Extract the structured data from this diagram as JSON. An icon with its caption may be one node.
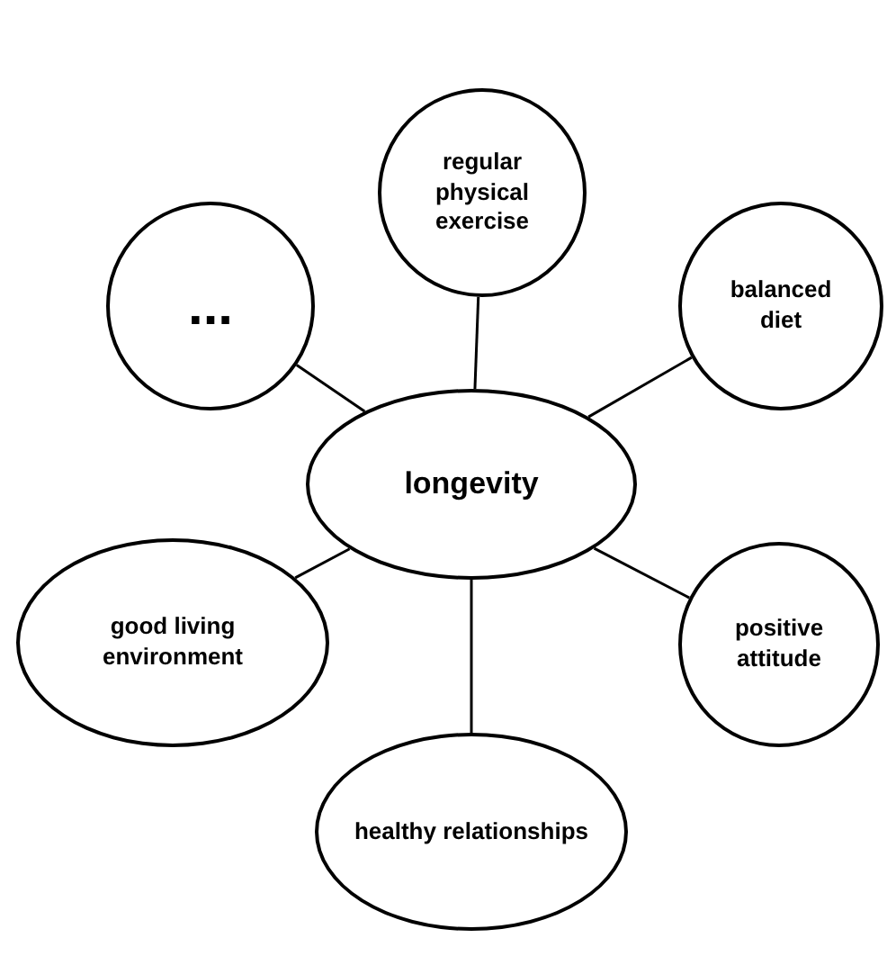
{
  "diagram": {
    "nodes": [
      {
        "text": [
          "regular physical exercise"
        ]
      },
      {
        "text": [
          "..."
        ]
      },
      {
        "text": [
          "balanced diet"
        ]
      },
      {
        "text": [
          "longevity"
        ]
      },
      {
        "text": [
          "good living environment"
        ]
      },
      {
        "text": [
          "positive attitude"
        ]
      },
      {
        "text": [
          "healthy relationships"
        ]
      }
    ],
    "edges": [
      {
        "from": 3,
        "to": 0,
        "arrow": "none"
      },
      {
        "from": 3,
        "to": 1,
        "arrow": "none"
      },
      {
        "from": 3,
        "to": 2,
        "arrow": "none"
      },
      {
        "from": 3,
        "to": 4,
        "arrow": "none"
      },
      {
        "from": 3,
        "to": 5,
        "arrow": "none"
      },
      {
        "from": 3,
        "to": 6,
        "arrow": "none"
      }
    ]
  }
}
